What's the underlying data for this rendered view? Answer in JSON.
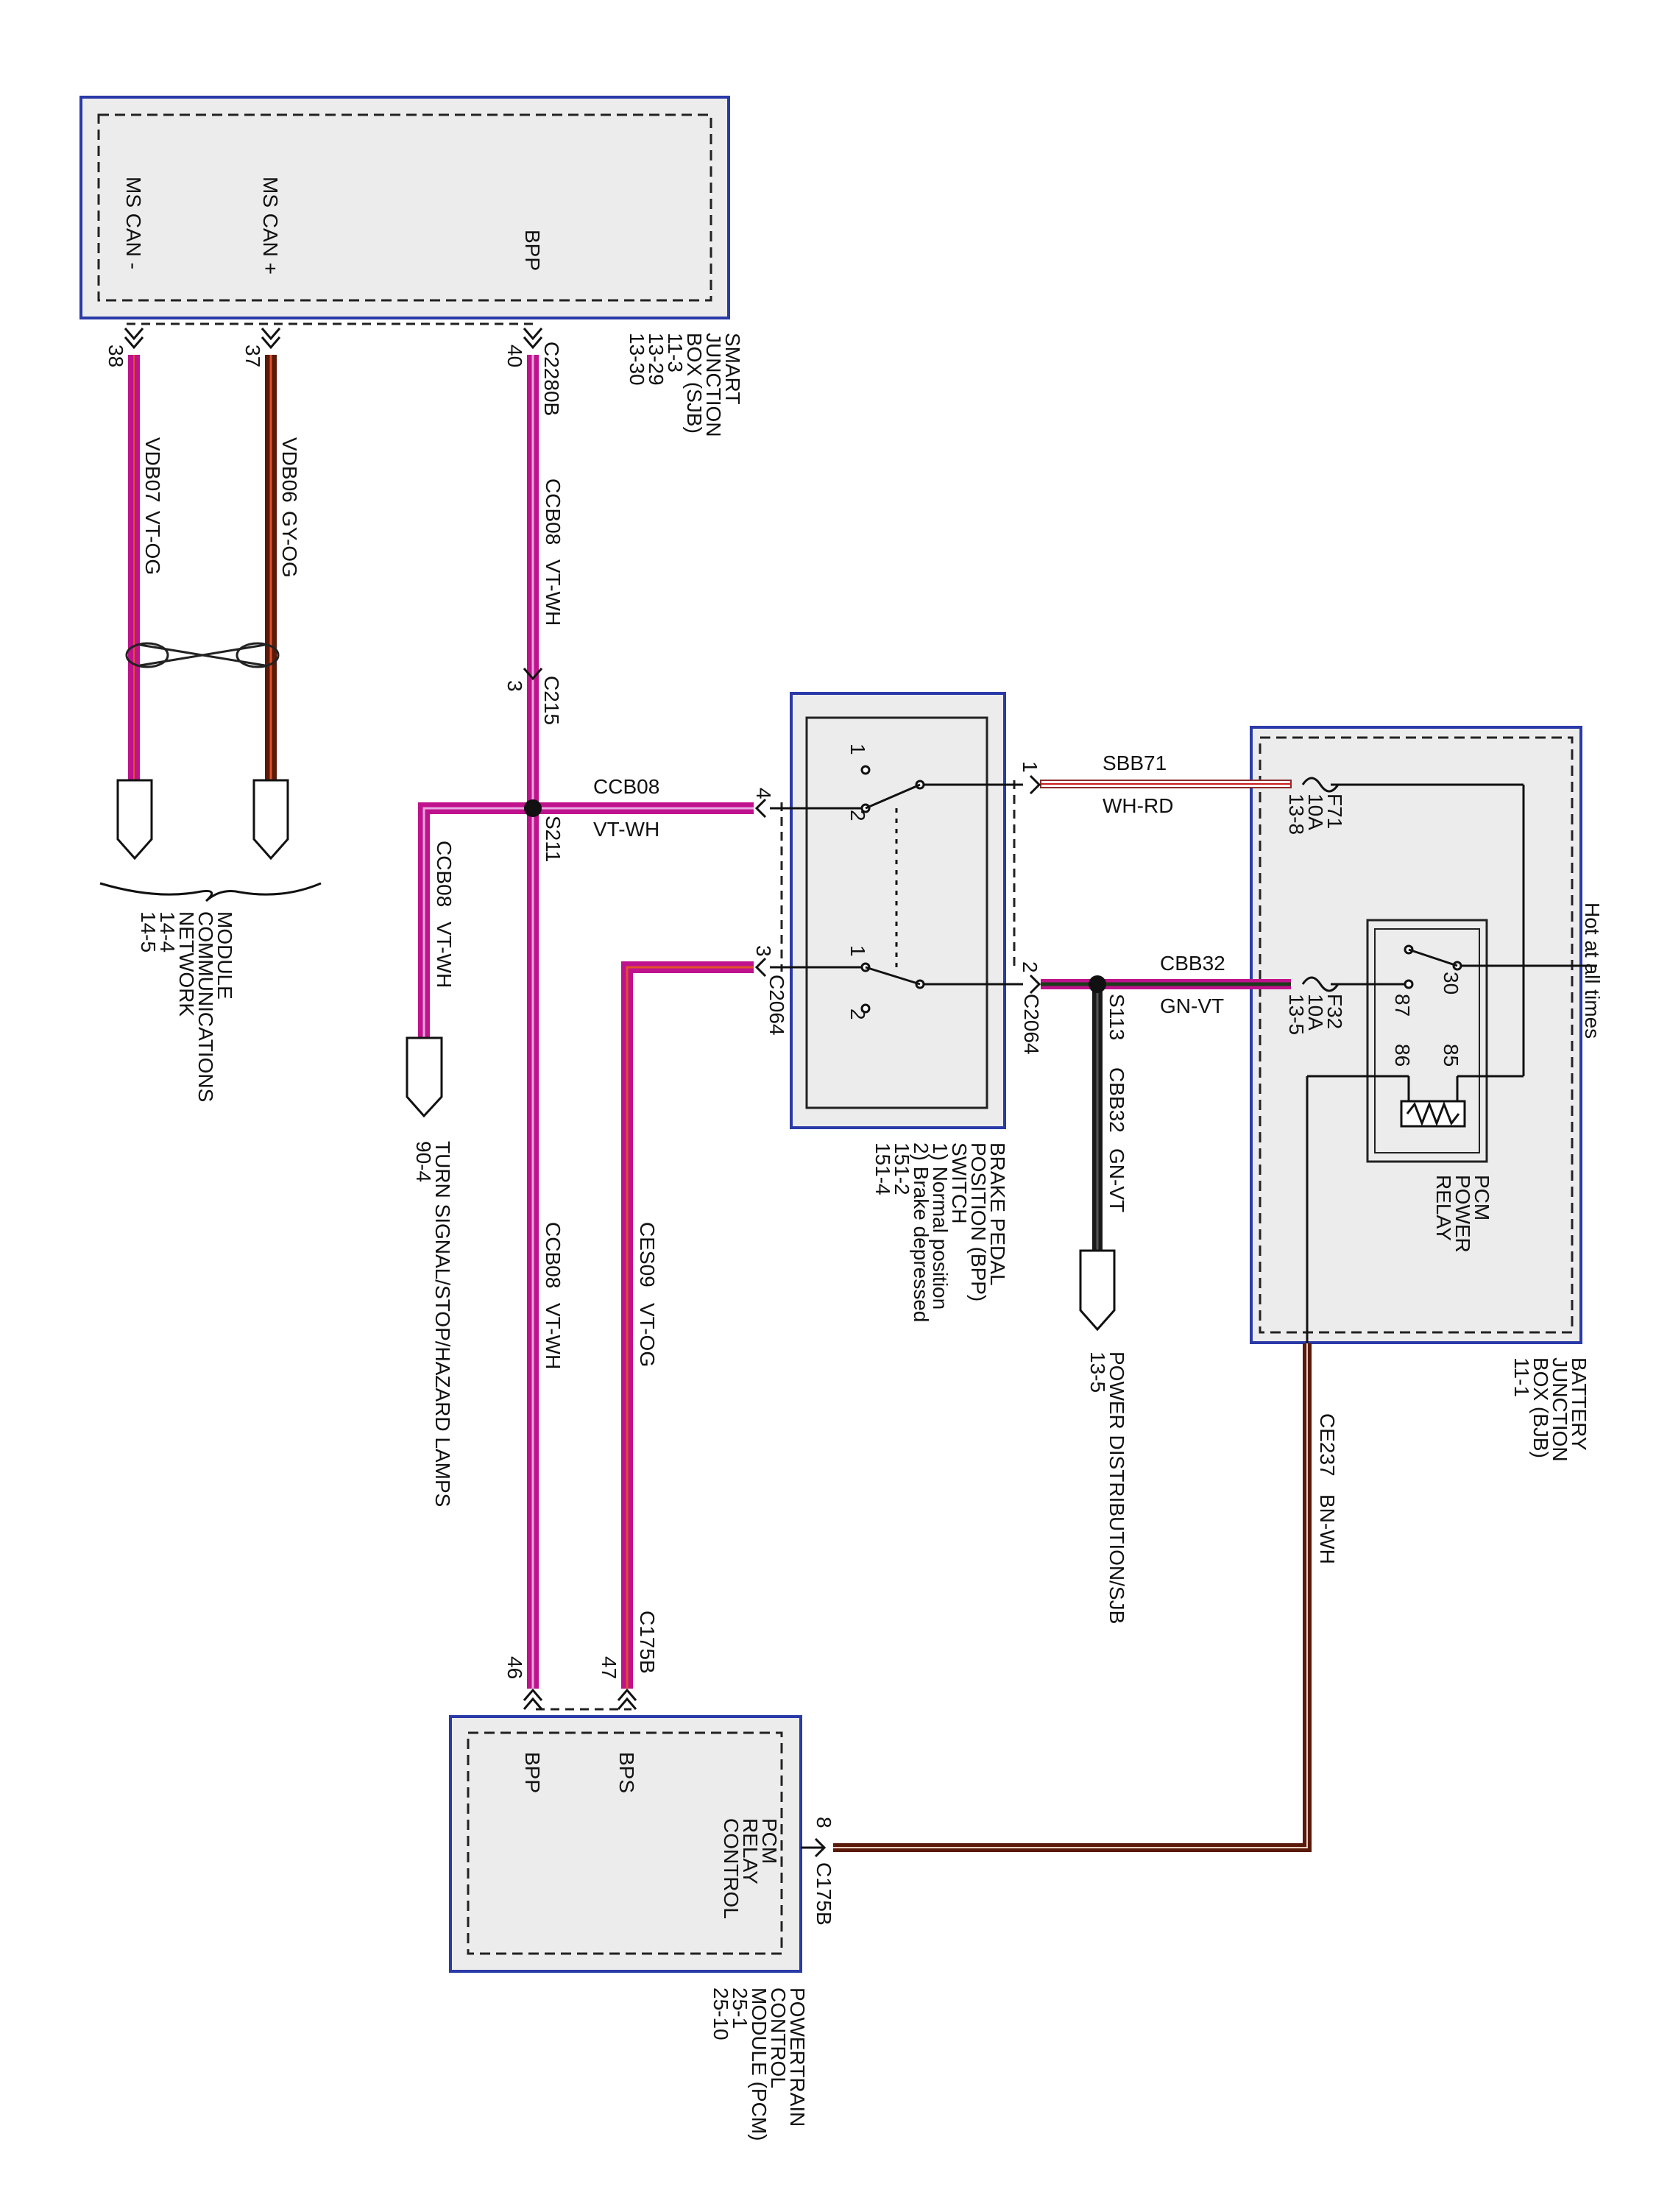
{
  "modules": {
    "sjb": {
      "pins": {
        "ms_can_minus": "MS CAN -",
        "ms_can_plus": "MS CAN +",
        "bpp": "BPP"
      },
      "label": [
        "SMART",
        "JUNCTION",
        "BOX (SJB)",
        "11-3",
        "13-29",
        "13-30"
      ],
      "connector": "C2280B",
      "pin_numbers": {
        "ms_can_minus": "38",
        "ms_can_plus": "37",
        "bpp": "40"
      }
    },
    "bpp_switch": {
      "label": [
        "BRAKE PEDAL",
        "POSITION (BPP)",
        "SWITCH",
        "1) Normal position",
        "2) Brake depressed",
        "151-2",
        "151-4"
      ],
      "connector": "C2064",
      "pin_numbers": {
        "p1": "1",
        "p2": "2",
        "p3": "3",
        "p4": "4"
      },
      "contact_labels": {
        "c1": "1",
        "c2": "2"
      }
    },
    "bjb": {
      "label": [
        "BATTERY",
        "JUNCTION",
        "BOX (BJB)",
        "11-1"
      ],
      "fuses": [
        {
          "name": "F71",
          "rating": "10A",
          "ref": "13-8"
        },
        {
          "name": "F32",
          "rating": "10A",
          "ref": "13-5"
        }
      ],
      "relay": {
        "label": [
          "PCM",
          "POWER",
          "RELAY"
        ],
        "pins": {
          "p30": "30",
          "p87": "87",
          "p86": "86",
          "p85": "85"
        }
      },
      "hot_label": "Hot at all times"
    },
    "pcm": {
      "label": [
        "POWERTRAIN",
        "CONTROL",
        "MODULE (PCM)",
        "25-1",
        "25-10"
      ],
      "inner_label": [
        "PCM",
        "RELAY",
        "CONTROL"
      ],
      "pins": {
        "bpp": "BPP",
        "bps": "BPS"
      },
      "connector": "C175B",
      "pin_numbers": {
        "bpp": "46",
        "bps": "47",
        "relay": "8"
      }
    }
  },
  "wires": {
    "vdb07": {
      "circuit": "VDB07",
      "color": "VT-OG"
    },
    "vdb06": {
      "circuit": "VDB06",
      "color": "GY-OG"
    },
    "ccb08_a": {
      "circuit": "CCB08",
      "color": "VT-WH"
    },
    "ccb08_b": {
      "circuit": "CCB08",
      "color": "VT-WH"
    },
    "ccb08_c": {
      "circuit": "CCB08",
      "color": "VT-WH"
    },
    "ccb08_d": {
      "circuit": "CCB08",
      "color": "VT-WH"
    },
    "ces09": {
      "circuit": "CES09",
      "color": "VT-OG"
    },
    "sbb71": {
      "circuit": "SBB71",
      "color": "WH-RD"
    },
    "cbb32_a": {
      "circuit": "CBB32",
      "color": "GN-VT"
    },
    "cbb32_b": {
      "circuit": "CBB32",
      "color": "GN-VT"
    },
    "ce237": {
      "circuit": "CE237",
      "color": "BN-WH"
    }
  },
  "connectors": {
    "c215": {
      "name": "C215",
      "pin": "3"
    },
    "c175b_upper": "C175B"
  },
  "splices": {
    "s211": "S211",
    "s113": "S113"
  },
  "destinations": {
    "mcn": [
      "MODULE",
      "COMMUNICATIONS",
      "NETWORK",
      "14-4",
      "14-5"
    ],
    "turn": [
      "TURN SIGNAL/STOP/HAZARD LAMPS",
      "90-4"
    ],
    "power": [
      "POWER DISTRIBUTION/SJB",
      "13-5"
    ]
  },
  "wire_colors": {
    "violet": "#c0128c",
    "violet_light": "#e8a6e0",
    "white": "#ffffff",
    "orange": "#e0502a",
    "gray": "#7a7a7a",
    "brown": "#5a1a0a",
    "red": "#cc1a1a",
    "green": "#1a5a1a",
    "module_border": "#2a3aa8",
    "module_fill": "#ececec"
  }
}
